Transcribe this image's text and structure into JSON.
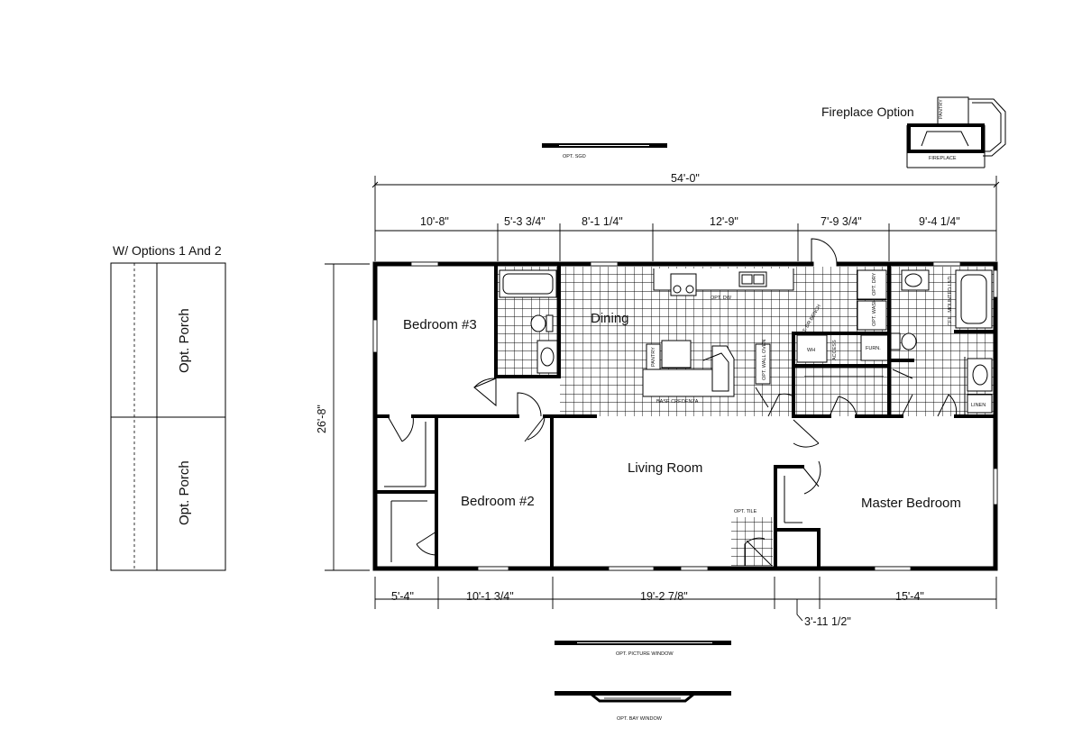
{
  "fireplace_option": {
    "title": "Fireplace Option",
    "pantry": "PANTRY",
    "fireplace": "FIREPLACE"
  },
  "options_panel": {
    "title": "W/ Options 1 And 2",
    "porch_top": "Opt. Porch",
    "porch_bottom": "Opt. Porch"
  },
  "optional_windows": {
    "sgd": "OPT. SGD",
    "picture_window": "OPT. PICTURE WINDOW",
    "bay_window": "OPT. BAY WINDOW"
  },
  "dimensions": {
    "overall_width": "54'-0\"",
    "overall_depth": "26'-8\"",
    "top": [
      "10'-8\"",
      "5'-3 3/4\"",
      "8'-1 1/4\"",
      "12'-9\"",
      "7'-9 3/4\"",
      "9'-4 1/4\""
    ],
    "bottom": [
      "5'-4\"",
      "10'-1 3/4\"",
      "19'-2 7/8\"",
      "15'-4\""
    ],
    "bottom_small": "3'-11 1/2\""
  },
  "rooms": {
    "bedroom3": "Bedroom #3",
    "bedroom2": "Bedroom #2",
    "dining": "Dining",
    "living": "Living Room",
    "master": "Master Bedroom"
  },
  "fixtures": {
    "opt_dw": "OPT. DW",
    "pantry": "PANTRY",
    "base_credenza": "BASE CREDENZA",
    "opt_wall_oven": "OPT. WALL OVEN",
    "opt_dr_bench": "OPT. DR BENCH",
    "wh": "WH",
    "access": "ACCESS",
    "furn": "FURN.",
    "opt_dry": "OPT. DRY",
    "opt_wash": "OPT. WASH",
    "ceil_mounted_lad": "CEIL. MOUNTED L&D",
    "linen": "LINEN",
    "opt_tile": "OPT. TILE"
  }
}
